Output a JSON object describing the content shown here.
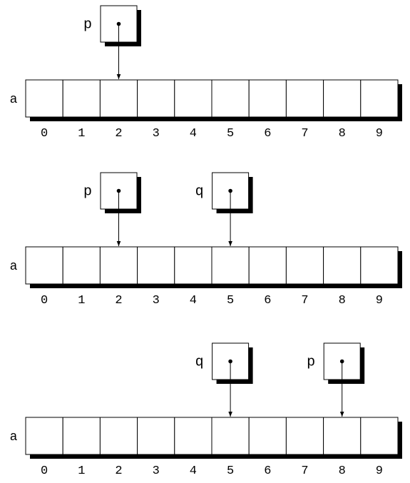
{
  "array_label": "a",
  "indices": [
    "0",
    "1",
    "2",
    "3",
    "4",
    "5",
    "6",
    "7",
    "8",
    "9"
  ],
  "panels": [
    {
      "name": "panel-1",
      "pointers": [
        {
          "label": "p",
          "target": 2
        }
      ]
    },
    {
      "name": "panel-2",
      "pointers": [
        {
          "label": "p",
          "target": 2
        },
        {
          "label": "q",
          "target": 5
        }
      ]
    },
    {
      "name": "panel-3",
      "pointers": [
        {
          "label": "q",
          "target": 5
        },
        {
          "label": "p",
          "target": 8
        }
      ]
    }
  ]
}
